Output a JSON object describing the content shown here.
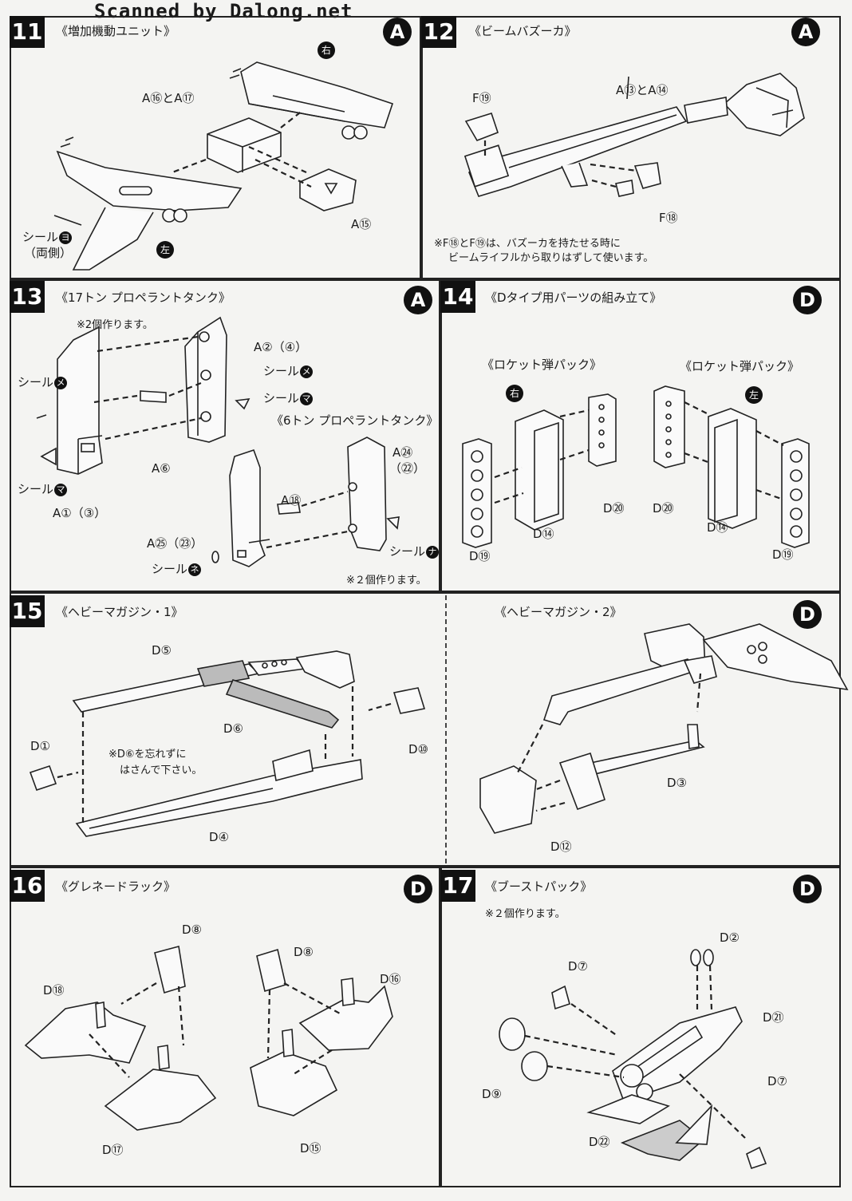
{
  "watermark": "Scanned by Dalong.net",
  "panels": {
    "p11": {
      "num": "11",
      "title": "《増加機動ユニット》",
      "runner": "A",
      "labels": {
        "a16a17": "A⑯とA⑰",
        "migi": "右",
        "a15": "A⑮",
        "seal": "シール",
        "seal_mark": "ヨ",
        "ryougawa": "（両側）",
        "hidari": "左"
      }
    },
    "p12": {
      "num": "12",
      "title": "《ビームバズーカ》",
      "runner": "A",
      "labels": {
        "f19": "F⑲",
        "a13a14": "A⑬とA⑭",
        "f18": "F⑱"
      },
      "note_line1": "※F⑱とF⑲は、バズーカを持たせる時に",
      "note_line2": "ビームライフルから取りはずして使います。"
    },
    "p13": {
      "num": "13",
      "title": "《17トン プロペラントタンク》",
      "runner": "A",
      "note_top": "※2個作ります。",
      "subtitle": "《6トン プロペラントタンク》",
      "note_bottom": "※２個作ります。",
      "labels": {
        "a2a4": "A②（④）",
        "seal": "シール",
        "me": "メ",
        "ma": "マ",
        "na": "ナ",
        "ne": "ネ",
        "a6": "A⑥",
        "a1a3": "A①（③）",
        "a24": "A㉔",
        "a22": "（㉒）",
        "a18": "A⑱",
        "a25a23": "A㉕（㉓）"
      }
    },
    "p14": {
      "num": "14",
      "title": "《Dタイプ用パーツの組み立て》",
      "runner": "D",
      "sub_left": "《ロケット弾パック》",
      "sub_right": "《ロケット弾パック》",
      "labels": {
        "migi": "右",
        "hidari": "左",
        "d20": "D⑳",
        "d14": "D⑭",
        "d19": "D⑲"
      }
    },
    "p15": {
      "num": "15",
      "title": "《ヘビーマガジン・1》",
      "title2": "《ヘビーマガジン・2》",
      "runner": "D",
      "note_line1": "※D⑥を忘れずに",
      "note_line2": "はさんで下さい。",
      "labels": {
        "d5": "D⑤",
        "d6": "D⑥",
        "d1": "D①",
        "d10": "D⑩",
        "d4": "D④",
        "d3": "D③",
        "d12": "D⑫"
      }
    },
    "p16": {
      "num": "16",
      "title": "《グレネードラック》",
      "runner": "D",
      "labels": {
        "d8": "D⑧",
        "d18": "D⑱",
        "d16": "D⑯",
        "d17": "D⑰",
        "d15": "D⑮"
      }
    },
    "p17": {
      "num": "17",
      "title": "《ブーストパック》",
      "runner": "D",
      "note": "※２個作ります。",
      "labels": {
        "d2": "D②",
        "d7": "D⑦",
        "d21": "D㉑",
        "d9": "D⑨",
        "d22": "D㉒"
      }
    }
  }
}
